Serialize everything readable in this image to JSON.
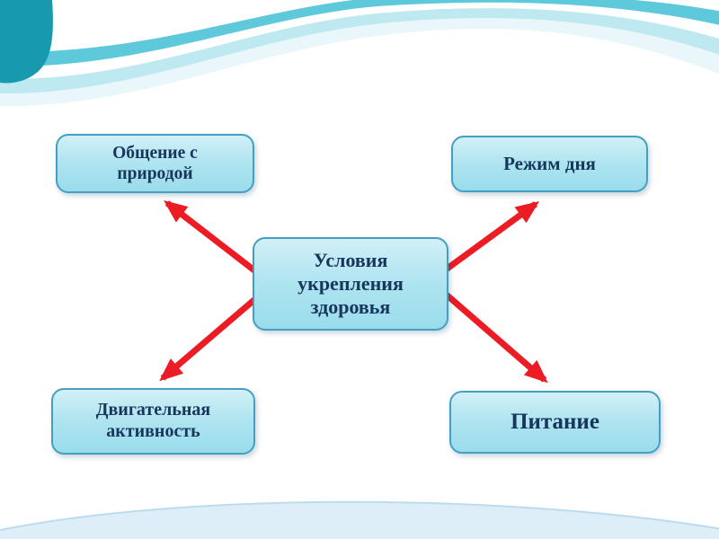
{
  "diagram": {
    "center": {
      "label": "Условия укрепления здоровья"
    },
    "nodes": [
      {
        "id": "nature",
        "position": "top-left",
        "label": "Общение с природой"
      },
      {
        "id": "regime",
        "position": "top-right",
        "label": "Режим дня"
      },
      {
        "id": "activity",
        "position": "bottom-left",
        "label": "Двигательная активность"
      },
      {
        "id": "nutrition",
        "position": "bottom-right",
        "label": "Питание"
      }
    ],
    "colors": {
      "box_fill_top": "#d2f0f7",
      "box_fill_bottom": "#9adcec",
      "box_border": "#44a0c2",
      "text": "#17365d",
      "arrow": "#ec1c24",
      "wave_dark": "#189aae",
      "wave_teal": "#5ec9db",
      "wave_light": "#bfe9f1",
      "wave_pale": "#e9f7fa",
      "bottom_arc": "#ddeef8"
    }
  }
}
